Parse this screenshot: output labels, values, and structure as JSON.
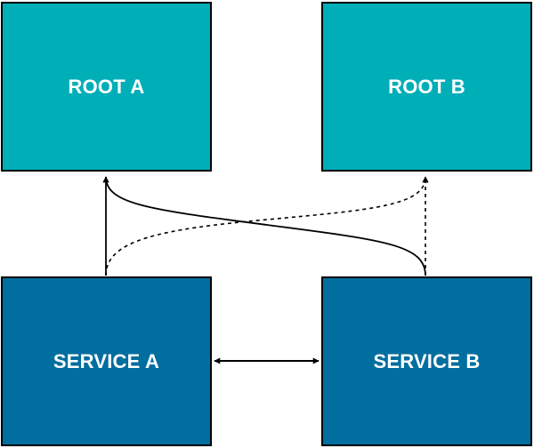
{
  "colors": {
    "root_fill": "#00AEB8",
    "service_fill": "#006E9F",
    "border": "#000000",
    "text": "#FFFFFF",
    "line": "#000000"
  },
  "nodes": {
    "root_a": {
      "label": "ROOT A"
    },
    "root_b": {
      "label": "ROOT B"
    },
    "service_a": {
      "label": "SERVICE A"
    },
    "service_b": {
      "label": "SERVICE B"
    }
  },
  "edges": [
    {
      "from": "service_a",
      "to": "root_a",
      "style": "solid",
      "arrow": "end"
    },
    {
      "from": "service_a",
      "to": "root_b",
      "style": "dashed",
      "arrow": "end"
    },
    {
      "from": "service_b",
      "to": "root_a",
      "style": "solid",
      "arrow": "end"
    },
    {
      "from": "service_b",
      "to": "root_b",
      "style": "dashed",
      "arrow": "end"
    },
    {
      "from": "service_a",
      "to": "service_b",
      "style": "solid",
      "arrow": "both"
    }
  ]
}
